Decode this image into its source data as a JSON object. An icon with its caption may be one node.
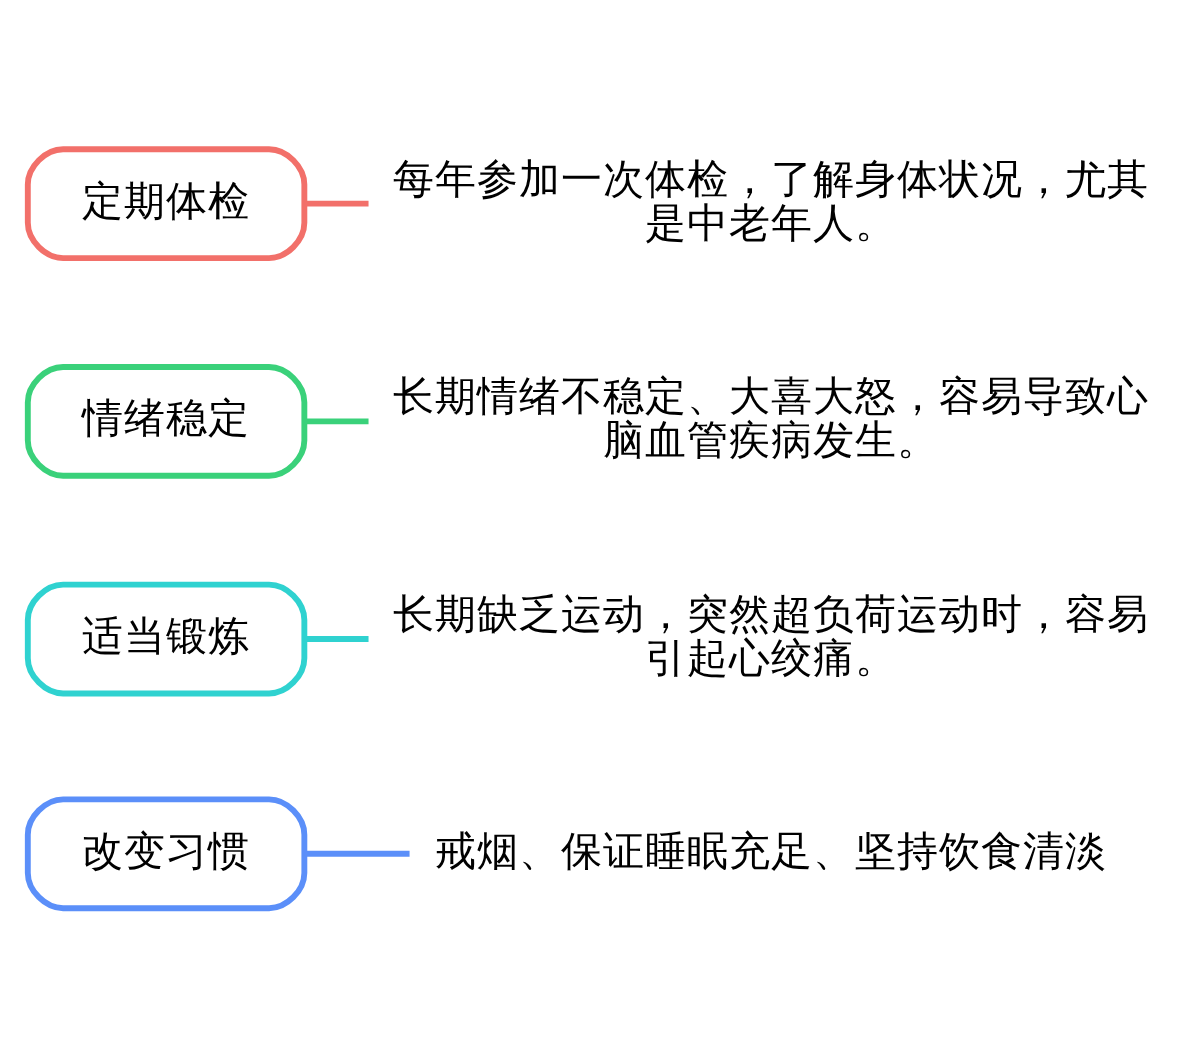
{
  "diagram": {
    "nodes": [
      {
        "text": [
          "改变习惯"
        ]
      },
      {
        "text": [
          "戒烟、保证睡眠充足、坚持饮食清淡"
        ]
      },
      {
        "text": [
          "适当锻炼"
        ]
      },
      {
        "text": [
          "长期缺乏运动，突然超负荷运动时，容易引起心绞痛。"
        ]
      },
      {
        "text": [
          "情绪稳定"
        ]
      },
      {
        "text": [
          "长期情绪不稳定、大喜大怒，容易导致心脑血管疾病发生。"
        ]
      },
      {
        "text": [
          "定期体检"
        ]
      },
      {
        "text": [
          "每年参加一次体检，了解身体状况，尤其是中老年人。"
        ]
      }
    ],
    "edges": [
      {
        "from": 0,
        "to": 1,
        "arrow": "none",
        "color": "#5b8ff9"
      },
      {
        "from": 2,
        "to": 3,
        "arrow": "none",
        "color": "#2fd2d0"
      },
      {
        "from": 4,
        "to": 5,
        "arrow": "none",
        "color": "#3ad17a"
      },
      {
        "from": 6,
        "to": 7,
        "arrow": "none",
        "color": "#f2706a"
      }
    ]
  }
}
